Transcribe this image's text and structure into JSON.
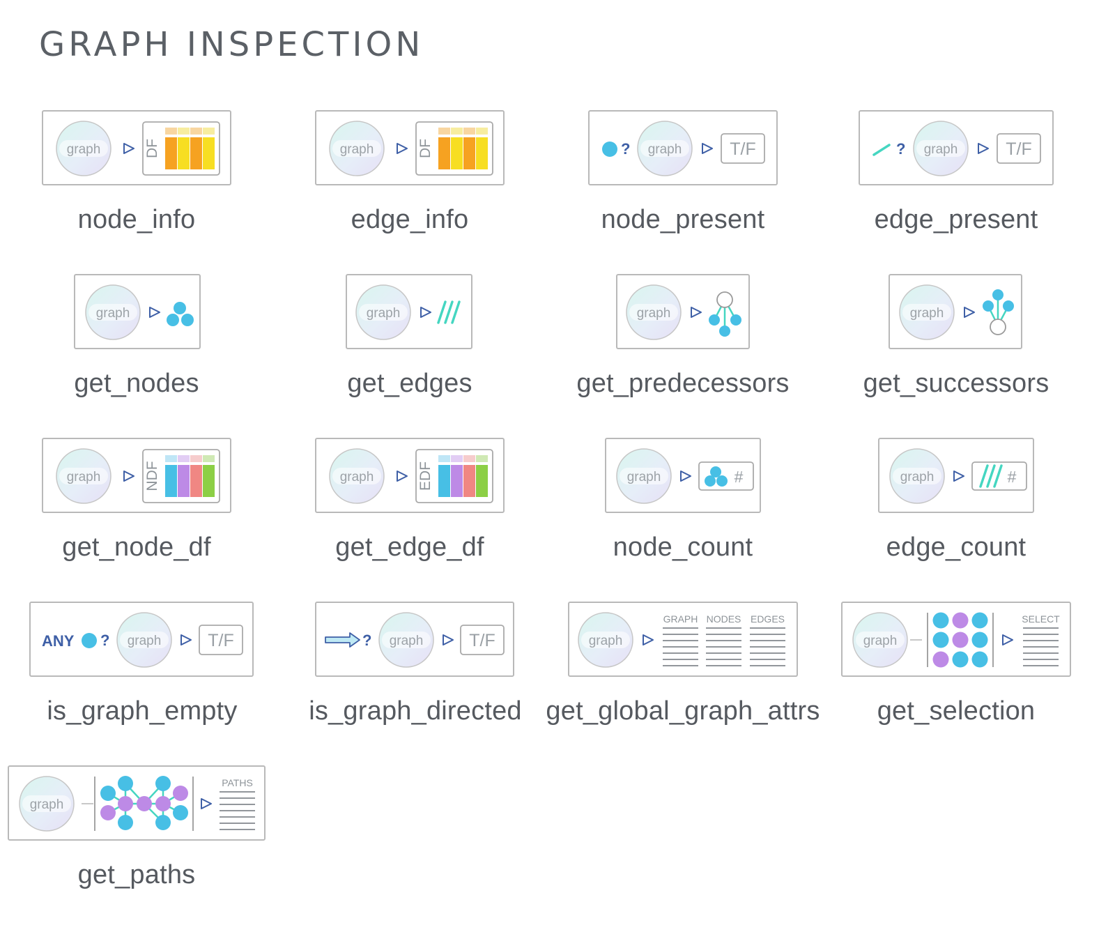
{
  "title": "GRAPH INSPECTION",
  "colors": {
    "node_blue": "#47bfe5",
    "node_purple": "#bd8ae6",
    "edge_teal": "#45d6c1",
    "arrow_blue": "#3e5fa6",
    "df_orange": "#f6a221",
    "df_yellow": "#f7de22",
    "df_red": "#f08783",
    "df_green": "#8ccf45",
    "border_gray": "#b9b9b9"
  },
  "labels": {
    "graph": "graph",
    "df": "DF",
    "ndf": "NDF",
    "edf": "EDF",
    "tf": "T/F",
    "question": "?",
    "hash": "#",
    "any": "ANY",
    "graph_col": "GRAPH",
    "nodes_col": "NODES",
    "edges_col": "EDGES",
    "select": "SELECT",
    "paths": "PATHS"
  },
  "functions": [
    {
      "name": "node_info",
      "icon": "df-icon"
    },
    {
      "name": "edge_info",
      "icon": "df-icon"
    },
    {
      "name": "node_present",
      "icon": "node-question-icon"
    },
    {
      "name": "edge_present",
      "icon": "edge-question-icon"
    },
    {
      "name": "get_nodes",
      "icon": "nodes-icon"
    },
    {
      "name": "get_edges",
      "icon": "edges-icon"
    },
    {
      "name": "get_predecessors",
      "icon": "predecessors-icon"
    },
    {
      "name": "get_successors",
      "icon": "successors-icon"
    },
    {
      "name": "get_node_df",
      "icon": "ndf-icon"
    },
    {
      "name": "get_edge_df",
      "icon": "edf-icon"
    },
    {
      "name": "node_count",
      "icon": "node-count-icon"
    },
    {
      "name": "edge_count",
      "icon": "edge-count-icon"
    },
    {
      "name": "is_graph_empty",
      "icon": "any-node-question-icon"
    },
    {
      "name": "is_graph_directed",
      "icon": "directed-arrow-icon"
    },
    {
      "name": "get_global_graph_attrs",
      "icon": "attrs-table-icon"
    },
    {
      "name": "get_selection",
      "icon": "selection-icon"
    },
    {
      "name": "get_paths",
      "icon": "paths-icon"
    }
  ]
}
